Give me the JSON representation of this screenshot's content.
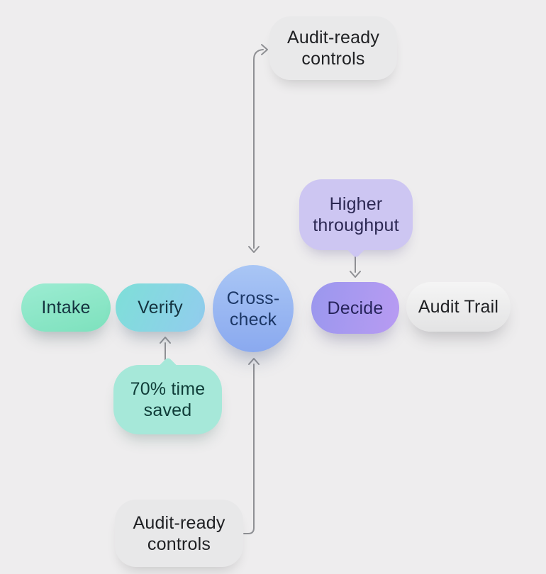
{
  "diagram": {
    "background": "#eeedee",
    "connector_color": "#8f9094",
    "nodes": {
      "intake": {
        "label": "Intake",
        "fill": {
          "angle": "165deg",
          "from": "#9cecd2",
          "to": "#7de1bd"
        },
        "text_color": "#14333f"
      },
      "verify": {
        "label": "Verify",
        "fill": {
          "angle": "115deg",
          "from": "#7edfd8",
          "to": "#92ccee"
        },
        "text_color": "#14333f"
      },
      "cross_check": {
        "label": "Cross-\ncheck",
        "fill": {
          "angle": "180deg",
          "from": "#a9c6f5",
          "to": "#8aa9ef"
        },
        "text_color": "#1c3766"
      },
      "decide": {
        "label": "Decide",
        "fill": {
          "angle": "100deg",
          "from": "#9a97ee",
          "to": "#b89bf2"
        },
        "text_color": "#27245c"
      },
      "audit_trail": {
        "label": "Audit Trail",
        "fill": {
          "angle": "180deg",
          "from": "#f5f5f5",
          "to": "#e3e3e4"
        },
        "text_color": "#202124"
      }
    },
    "callouts": {
      "audit_controls_top": {
        "label": "Audit-ready\ncontrols",
        "fill": "#e9e9ea",
        "text_color": "#202124"
      },
      "higher_throughput": {
        "label": "Higher\nthroughput",
        "fill": "#cdc6f2",
        "text_color": "#2c2853"
      },
      "time_saved": {
        "label": "70% time\nsaved",
        "fill": "#a6e8d9",
        "text_color": "#0f3c38"
      },
      "audit_controls_bottom": {
        "label": "Audit-ready\ncontrols",
        "fill": "#e8e8e9",
        "text_color": "#202124"
      }
    }
  }
}
